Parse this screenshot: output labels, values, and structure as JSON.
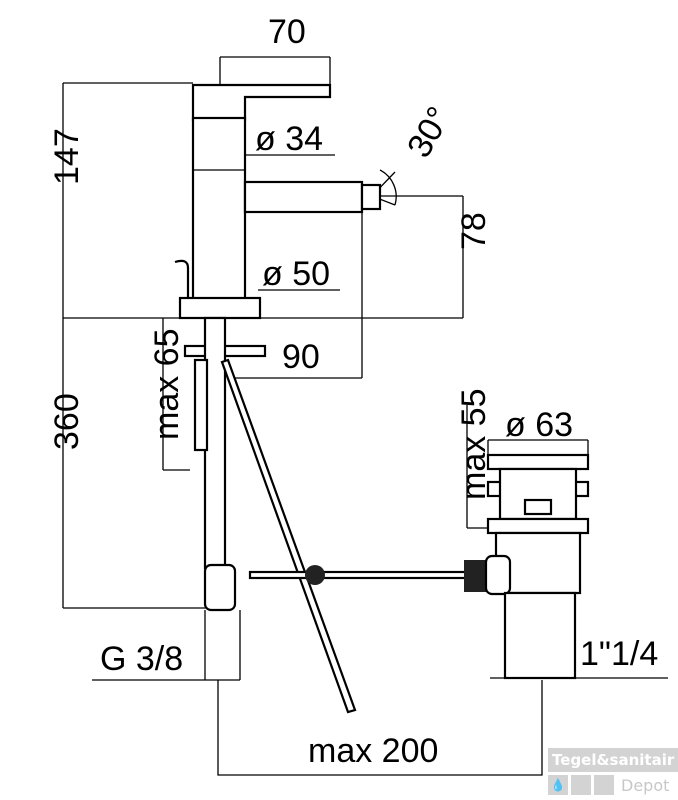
{
  "dimensions": {
    "lever_reach": "70",
    "total_height": "147",
    "body_diameter": "ø 34",
    "tilt_angle": "30°",
    "spout_height": "78",
    "base_diameter": "ø 50",
    "max_deck_thickness": "max 65",
    "spout_reach": "90",
    "supply_length": "360",
    "drain_diameter": "ø 63",
    "drain_max_height": "max 55",
    "supply_thread": "G 3/8",
    "drain_thread": "1\"1/4",
    "max_distance": "max 200"
  },
  "watermark": {
    "line1": "Tegel&sanitair",
    "line2": "Depot"
  }
}
